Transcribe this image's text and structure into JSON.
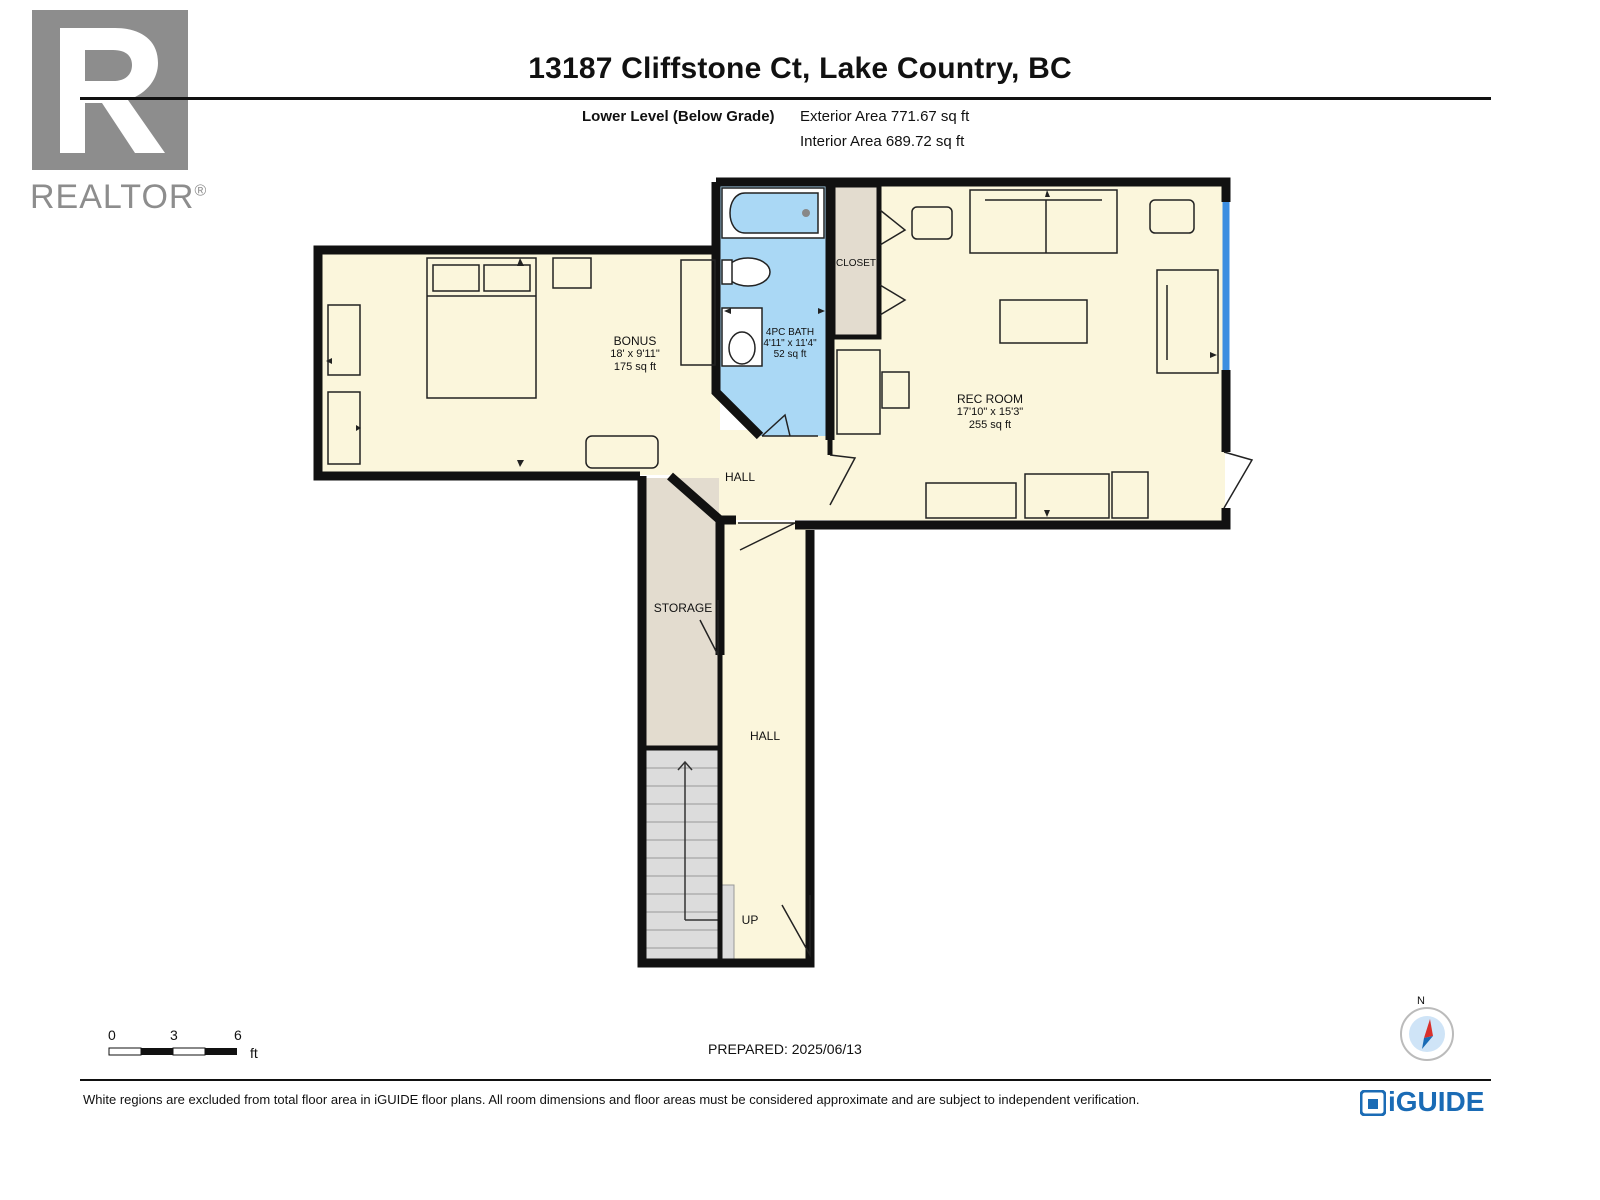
{
  "logo": {
    "brand_word": "REALTOR",
    "mark": "®",
    "icon": "realtor-r-logo"
  },
  "header": {
    "title": "13187 Cliffstone Ct, Lake Country, BC",
    "level": "Lower Level (Below Grade)",
    "exterior_area": "Exterior Area 771.67 sq ft",
    "interior_area": "Interior Area 689.72 sq ft"
  },
  "rooms": {
    "bonus": {
      "name": "BONUS",
      "dims": "18' x 9'11\"",
      "area": "175 sq ft"
    },
    "bath": {
      "name": "4PC BATH",
      "dims": "4'11\" x 11'4\"",
      "area": "52 sq ft"
    },
    "closet": {
      "name": "CLOSET"
    },
    "rec": {
      "name": "REC ROOM",
      "dims": "17'10\" x 15'3\"",
      "area": "255 sq ft"
    },
    "hall_upper": {
      "name": "HALL"
    },
    "storage": {
      "name": "STORAGE"
    },
    "hall_lower": {
      "name": "HALL"
    },
    "stairs": {
      "label": "UP"
    }
  },
  "colors": {
    "room_fill": "#fbf6dc",
    "bath_fill": "#aad8f5",
    "closet_fill": "#e3dccf",
    "stairs_fill": "#dcdcdc",
    "wall": "#111111",
    "window": "#3c8ee0",
    "logo_gray": "#8d8d8d",
    "brand_blue": "#1a6bb5"
  },
  "scale": {
    "ticks": [
      "0",
      "3",
      "6"
    ],
    "unit": "ft"
  },
  "prepared": "PREPARED: 2025/06/13",
  "compass": {
    "label": "N",
    "icon": "compass-icon"
  },
  "footer": {
    "disclaimer": "White regions are excluded from total floor area in iGUIDE floor plans. All room dimensions and floor areas must be considered approximate and are subject to independent verification.",
    "brand": "iGUIDE"
  }
}
